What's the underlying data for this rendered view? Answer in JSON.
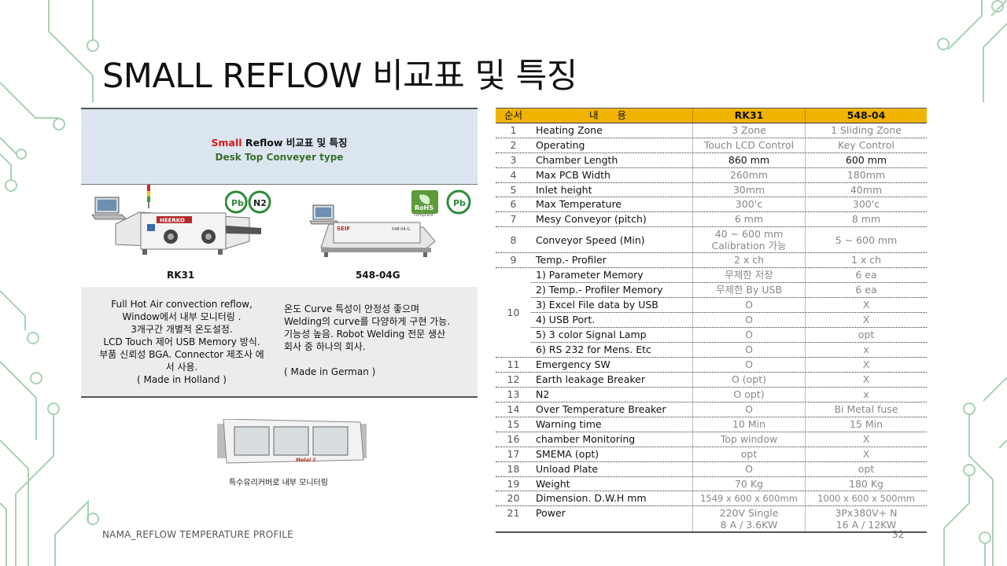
{
  "title": "SMALL REFLOW 비교표 및 특징",
  "left_panel": {
    "header_red": "Small",
    "header_rest": " Reflow 비교표 및 특징",
    "header_sub": "Desk Top Conveyer type",
    "machine_a": {
      "name": "RK31",
      "brand": "HEERKO",
      "badges": [
        "Pb",
        "N2"
      ]
    },
    "machine_b": {
      "name": "548-04G",
      "brand": "SEIF",
      "badges": [
        "RoHS compliant",
        "Pb"
      ]
    },
    "desc_left": [
      "Full Hot Air convection reflow,",
      "Window에서 내부 모니터링 .",
      "3개구간 개별적 온도설정.",
      "LCD Touch 제어 USB Memory 방식.",
      "부품 신뢰성 BGA. Connector 제조사 에",
      "서 사용.",
      "( Made in Holland )"
    ],
    "desc_right": [
      "온도 Curve 특성이 안정성 좋으며",
      "Welding의 curve를 다양하게 구현 가능.",
      "기능성 높음. Robot Welding 전문 생산",
      "회사 중 하나의 회사.",
      "",
      "( Made in German )"
    ],
    "monitor_caption": "특수유리커버로 내부 모니터링"
  },
  "table": {
    "headers": [
      "순서",
      "내 용",
      "RK31",
      "548-04"
    ],
    "rows_top": [
      {
        "no": "1",
        "item": "Heating Zone",
        "rk31": "3 Zone",
        "s548": "1 Sliding Zone"
      },
      {
        "no": "2",
        "item": "Operating",
        "rk31": "Touch LCD Control",
        "s548": "Key Control"
      },
      {
        "no": "3",
        "item": "Chamber Length",
        "rk31": "860 mm",
        "s548": "600 mm"
      },
      {
        "no": "4",
        "item": "Max PCB Width",
        "rk31": "260mm",
        "s548": "180mm"
      },
      {
        "no": "5",
        "item": "Inlet height",
        "rk31": "30mm",
        "s548": "40mm"
      },
      {
        "no": "6",
        "item": "Max Temperature",
        "rk31": "300'c",
        "s548": "300'c"
      },
      {
        "no": "7",
        "item": "Mesy Conveyor (pitch)",
        "rk31": "6 mm",
        "s548": "8 mm"
      }
    ],
    "row8": {
      "no": "8",
      "item": "Conveyor Speed (Min)",
      "rk31_line1": "40 ~ 600 mm",
      "rk31_line2": "Calibration 가능",
      "s548": "5 ~ 600 mm"
    },
    "row9": {
      "no": "9",
      "item": "Temp.- Profiler",
      "rk31": "2 x ch",
      "s548": "1 x ch"
    },
    "group10": {
      "no": "10",
      "rows": [
        {
          "item": "1) Parameter Memory",
          "rk31": "무제한 저장",
          "s548": "6 ea"
        },
        {
          "item": "2) Temp.- Profiler Memory",
          "rk31": "무제한 By USB",
          "s548": "6 ea"
        },
        {
          "item": "3) Excel File data by USB",
          "rk31": "O",
          "s548": "X"
        },
        {
          "item": "4) USB Port.",
          "rk31": "O",
          "s548": "X"
        },
        {
          "item": "5) 3 color Signal Lamp",
          "rk31": "O",
          "s548": "opt"
        },
        {
          "item": "6) RS 232 for Mens. Etc",
          "rk31": "O",
          "s548": "x"
        }
      ]
    },
    "rows_bottom": [
      {
        "no": "11",
        "item": " Emergency SW",
        "rk31": "O",
        "s548": "X"
      },
      {
        "no": "12",
        "item": "Earth leakage Breaker",
        "rk31": "O (opt)",
        "s548": "X"
      },
      {
        "no": "13",
        "item": "N2",
        "rk31": "O opt)",
        "s548": "x"
      },
      {
        "no": "14",
        "item": "Over Temperature Breaker",
        "rk31": "O",
        "s548": "Bi Metal fuse"
      },
      {
        "no": "15",
        "item": "Warning time",
        "rk31": "10 Min",
        "s548": "15 Min"
      },
      {
        "no": "16",
        "item": "chamber Monitoring",
        "rk31": "Top window",
        "s548": "X"
      },
      {
        "no": "17",
        "item": "SMEMA (opt)",
        "rk31": "opt",
        "s548": "X"
      },
      {
        "no": "18",
        "item": "Unload Plate",
        "rk31": "O",
        "s548": "opt"
      },
      {
        "no": "19",
        "item": "Weight",
        "rk31": "70 Kg",
        "s548": "180 Kg"
      },
      {
        "no": "20",
        "item": "Dimension. D.W.H mm",
        "rk31": "1549 x 600 x 600mm",
        "s548": "1000 x 600 x 500mm"
      }
    ],
    "row21": {
      "no": "21",
      "item": "Power",
      "rk31_line1": "220V Single",
      "rk31_line2": "8 A / 3.6KW",
      "s548_line1": "3Px380V+ N",
      "s548_line2": "16 A / 12KW"
    }
  },
  "footer": "NAMA_REFLOW TEMPERATURE PROFILE",
  "page_number": "32",
  "colors": {
    "accent_green": "#9dc7a6",
    "header_yellow": "#f0b400",
    "panel_blue": "#dce6f0"
  }
}
